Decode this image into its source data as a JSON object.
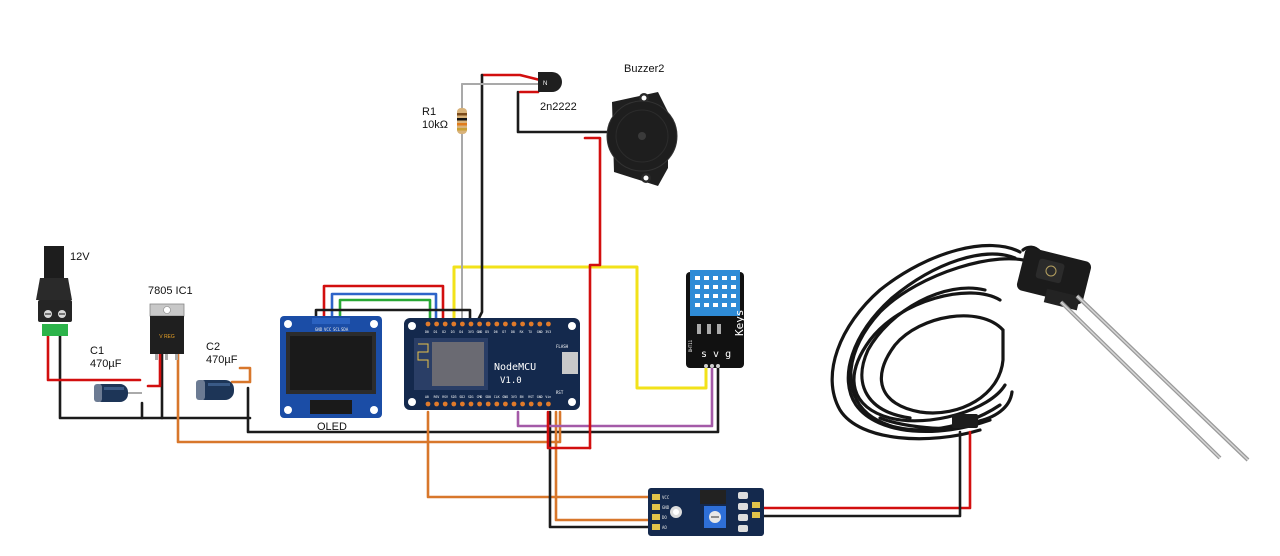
{
  "components": {
    "barrel_jack": {
      "label": "12V"
    },
    "regulator": {
      "label": "7805 IC1",
      "body_text": "V REG"
    },
    "capacitor_c1": {
      "name": "C1",
      "value": "470µF"
    },
    "capacitor_c2": {
      "name": "C2",
      "value": "470µF"
    },
    "oled": {
      "label": "OLED",
      "pins": [
        "GND",
        "VCC",
        "SCL",
        "SDA"
      ]
    },
    "nodemcu": {
      "title": "NodeMCU",
      "version": "V1.0",
      "top_pins": [
        "D0",
        "D1",
        "D2",
        "D3",
        "D4",
        "3V3",
        "GND",
        "D5",
        "D6",
        "D7",
        "D8",
        "RX",
        "TX",
        "GND",
        "3V3"
      ],
      "bottom_pins": [
        "A0",
        "RSV",
        "RSV",
        "SD3",
        "SD2",
        "SD1",
        "CMD",
        "SD0",
        "CLK",
        "GND",
        "3V3",
        "EN",
        "RST",
        "GND",
        "Vin"
      ],
      "flash": "FLASH",
      "rst": "RST"
    },
    "resistor": {
      "name": "R1",
      "value": "10kΩ"
    },
    "transistor": {
      "label": "2n2222"
    },
    "buzzer": {
      "label": "Buzzer2"
    },
    "dht": {
      "brand": "Keys",
      "pins": "s v g",
      "tag": "DHT11"
    },
    "soil_module": {
      "pins": [
        "VCC",
        "GND",
        "DO",
        "AO"
      ]
    }
  },
  "colors": {
    "red": "#d20f0f",
    "black": "#1b1b1b",
    "yellow": "#f2e21a",
    "orange": "#d8772b",
    "purple": "#a45aa8",
    "blue": "#2d64c8",
    "green": "#28a834",
    "gray": "#a9a9a9",
    "pcb_blue": "#1b4da6",
    "pcb_dark": "#14294d"
  }
}
